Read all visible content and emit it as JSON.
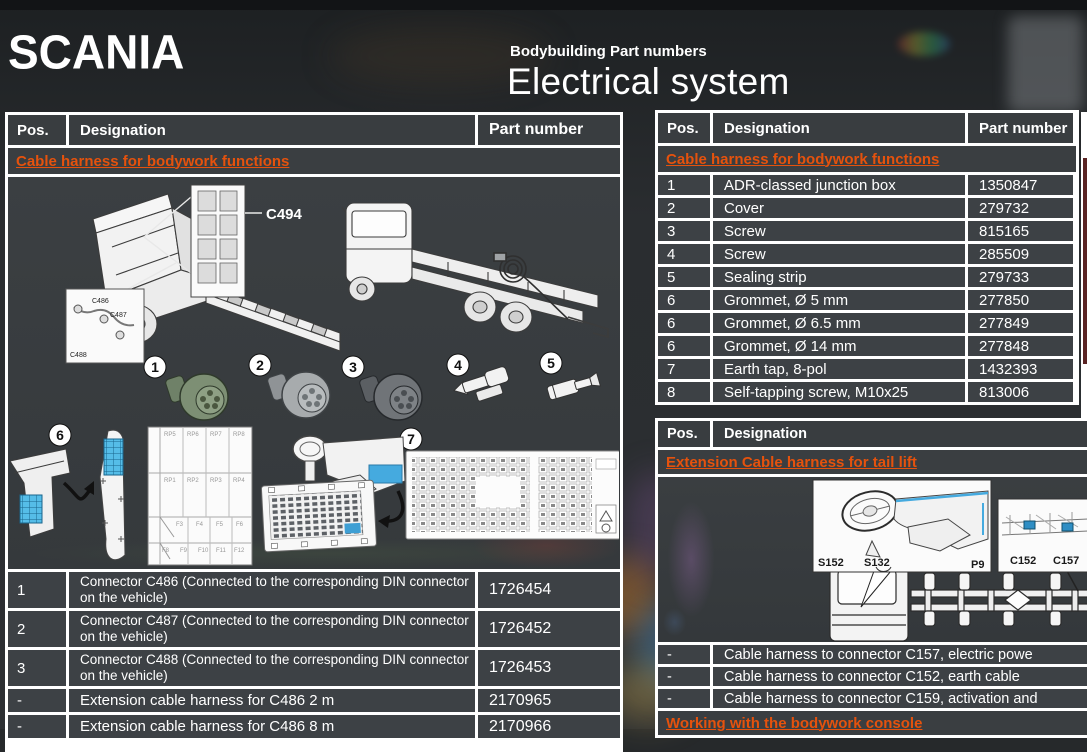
{
  "header": {
    "logo": "SCANIA",
    "subtitle": "Bodybuilding Part numbers",
    "title": "Electrical system"
  },
  "colors": {
    "accent_orange": "#E5520D",
    "diagram_blue": "#45AADF",
    "cell_bg": "#3D4145"
  },
  "left_table": {
    "columns": [
      "Pos.",
      "Designation",
      "Part number"
    ],
    "section_link": "Cable harness for bodywork functions",
    "diagram": {
      "callout_label": "C494",
      "inset_labels": [
        "C486",
        "C487",
        "C488"
      ],
      "markers": [
        "1",
        "2",
        "3",
        "4",
        "5",
        "6",
        "7"
      ],
      "fuse_rp_top": [
        "RP5",
        "RP6",
        "RP7",
        "RP8"
      ],
      "fuse_rp_mid": [
        "RP1",
        "RP2",
        "RP3",
        "RP4"
      ],
      "fuse_f_top": [
        "F3",
        "F4",
        "F5",
        "F6"
      ],
      "fuse_f_bot": [
        "F8",
        "F9",
        "F10",
        "F11",
        "F12"
      ]
    },
    "rows": [
      {
        "pos": "1",
        "designation": "Connector C486 (Connected to the corresponding DIN connector on the vehicle)",
        "part": "1726454"
      },
      {
        "pos": "2",
        "designation": "Connector C487 (Connected to the corresponding DIN connector on the vehicle)",
        "part": "1726452"
      },
      {
        "pos": "3",
        "designation": "Connector C488 (Connected to the corresponding DIN connector on the vehicle)",
        "part": "1726453"
      },
      {
        "pos": "-",
        "designation": "Extension cable harness for C486 2 m",
        "part": "2170965"
      },
      {
        "pos": "-",
        "designation": "Extension cable harness for C486 8 m",
        "part": "2170966"
      }
    ]
  },
  "right_table": {
    "columns": [
      "Pos.",
      "Designation",
      "Part number"
    ],
    "section_link": "Cable harness for bodywork functions",
    "rows": [
      {
        "pos": "1",
        "designation": "ADR-classed junction box",
        "part": "1350847"
      },
      {
        "pos": "2",
        "designation": "Cover",
        "part": "279732"
      },
      {
        "pos": "3",
        "designation": "Screw",
        "part": "815165"
      },
      {
        "pos": "4",
        "designation": "Screw",
        "part": "285509"
      },
      {
        "pos": "5",
        "designation": "Sealing strip",
        "part": "279733"
      },
      {
        "pos": "6",
        "designation": "Grommet, Ø 5 mm",
        "part": "277850"
      },
      {
        "pos": "6",
        "designation": "Grommet, Ø 6.5 mm",
        "part": "277849"
      },
      {
        "pos": "6",
        "designation": "Grommet, Ø 14 mm",
        "part": "277848"
      },
      {
        "pos": "7",
        "designation": "Earth tap, 8-pol",
        "part": "1432393"
      },
      {
        "pos": "8",
        "designation": "Self-tapping screw, M10x25",
        "part": "813006"
      }
    ]
  },
  "right_table2": {
    "columns": [
      "Pos.",
      "Designation"
    ],
    "section_link": "Extension Cable harness for tail lift",
    "diagram": {
      "labels": [
        "S152",
        "S132",
        "P9",
        "C152",
        "C157"
      ]
    },
    "rows": [
      {
        "pos": "-",
        "designation": "Cable harness to connector C157, electric powe"
      },
      {
        "pos": "-",
        "designation": "Cable harness to connector C152, earth cable"
      },
      {
        "pos": "-",
        "designation": "Cable harness to connector C159, activation and"
      }
    ],
    "footer_link": "Working with the bodywork console"
  }
}
